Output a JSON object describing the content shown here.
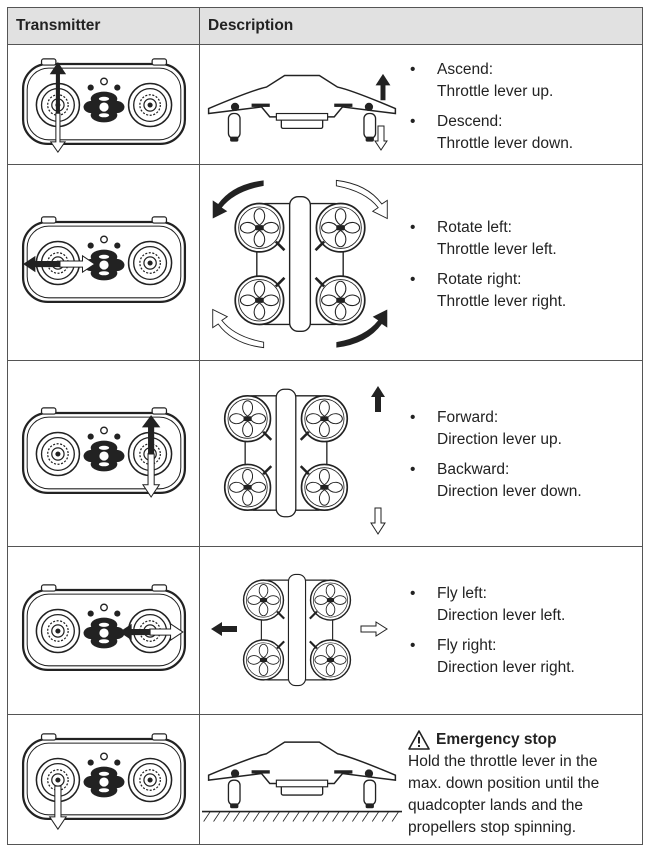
{
  "header": {
    "transmitter": "Transmitter",
    "description": "Description"
  },
  "rows": [
    {
      "items": [
        {
          "title": "Ascend:",
          "text": "Throttle lever up."
        },
        {
          "title": "Descend:",
          "text": "Throttle lever down."
        }
      ]
    },
    {
      "items": [
        {
          "title": "Rotate left:",
          "text": "Throttle lever left."
        },
        {
          "title": "Rotate right:",
          "text": "Throttle lever right."
        }
      ]
    },
    {
      "items": [
        {
          "title": "Forward:",
          "text": "Direction lever up."
        },
        {
          "title": "Backward:",
          "text": "Direction lever down."
        }
      ]
    },
    {
      "items": [
        {
          "title": "Fly left:",
          "text": "Direction lever left."
        },
        {
          "title": "Fly right:",
          "text": "Direction lever right."
        }
      ]
    }
  ],
  "emergency": {
    "title": "Emergency stop",
    "text": "Hold the throttle lever in the max. down position until the quadcopter lands and the propellers stop spinning."
  },
  "icons": {
    "arrow": "arrow-icon",
    "warning": "warning-triangle-icon",
    "transmitter": "transmitter-illustration",
    "drone": "quadcopter-illustration"
  }
}
